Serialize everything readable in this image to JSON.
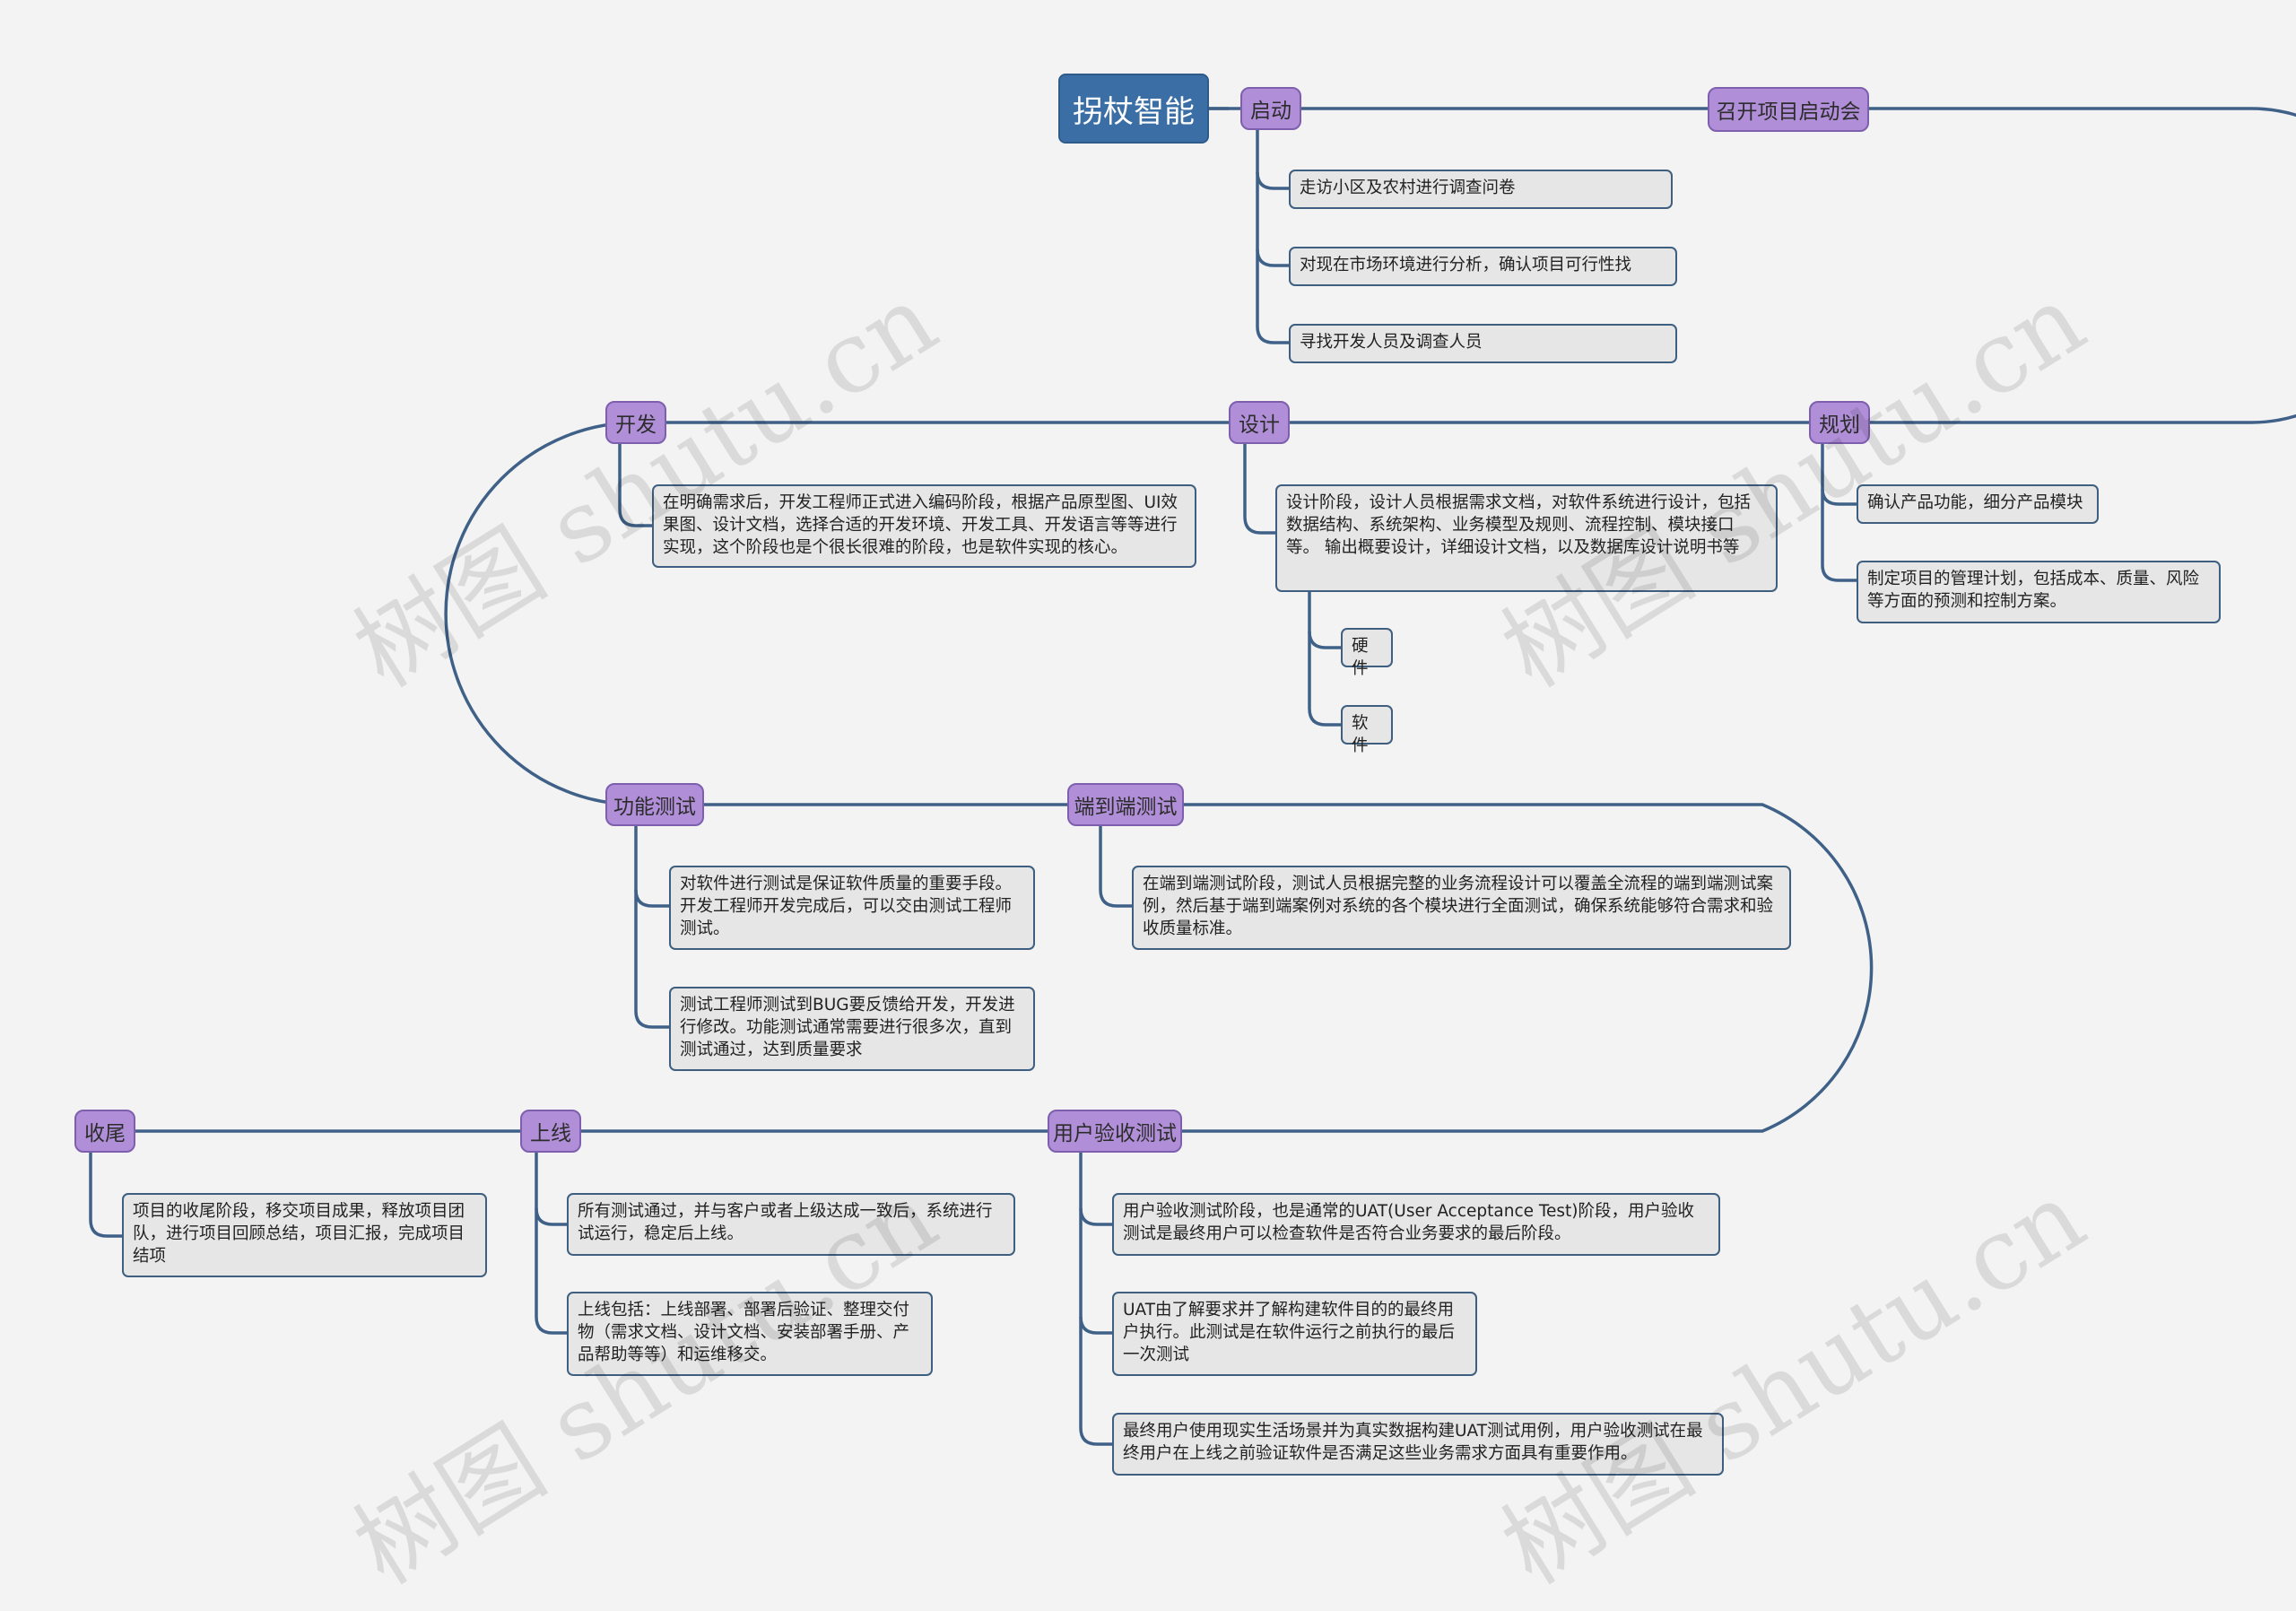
{
  "root": {
    "title": "拐杖智能"
  },
  "watermark": "树图 shutu.cn",
  "colors": {
    "root": "#3a6ea5",
    "stage": "#b08fd8",
    "note_bg": "#e6e6e6",
    "line": "#3f6188"
  },
  "stages": {
    "qidong": {
      "label": "启动",
      "items": [
        "走访小区及农村进行调查问卷",
        "对现在市场环境进行分析，确认项目可行性找",
        "寻找开发人员及调查人员"
      ]
    },
    "kickoff": {
      "label": "召开项目启动会"
    },
    "guihua": {
      "label": "规划",
      "items": [
        "确认产品功能，细分产品模块",
        "制定项目的管理计划，包括成本、质量、风险等方面的预测和控制方案。"
      ]
    },
    "sheji": {
      "label": "设计",
      "items": [
        "设计阶段，设计人员根据需求文档，对软件系统进行设计，包括数据结构、系统架构、业务模型及规则、流程控制、模块接口等。 输出概要设计，详细设计文档，以及数据库设计说明书等"
      ],
      "sub": [
        "硬件",
        "软件"
      ]
    },
    "kaifa": {
      "label": "开发",
      "items": [
        "在明确需求后，开发工程师正式进入编码阶段，根据产品原型图、UI效果图、设计文档，选择合适的开发环境、开发工具、开发语言等等进行实现，这个阶段也是个很长很难的阶段，也是软件实现的核心。"
      ]
    },
    "gongneng": {
      "label": "功能测试",
      "items": [
        "对软件进行测试是保证软件质量的重要手段。开发工程师开发完成后，可以交由测试工程师测试。",
        "测试工程师测试到BUG要反馈给开发，开发进行修改。功能测试通常需要进行很多次，直到测试通过，达到质量要求"
      ]
    },
    "duandaoduan": {
      "label": "端到端测试",
      "items": [
        "在端到端测试阶段，测试人员根据完整的业务流程设计可以覆盖全流程的端到端测试案例，然后基于端到端案例对系统的各个模块进行全面测试，确保系统能够符合需求和验收质量标准。"
      ]
    },
    "yanshou": {
      "label": "用户验收测试",
      "items": [
        "用户验收测试阶段，也是通常的UAT(User Acceptance Test)阶段，用户验收测试是最终用户可以检查软件是否符合业务要求的最后阶段。",
        "UAT由了解要求并了解构建软件目的的最终用户执行。此测试是在软件运行之前执行的最后一次测试",
        "最终用户使用现实生活场景并为真实数据构建UAT测试用例，用户验收测试在最终用户在上线之前验证软件是否满足这些业务需求方面具有重要作用。"
      ]
    },
    "shangxian": {
      "label": "上线",
      "items": [
        "所有测试通过，并与客户或者上级达成一致后，系统进行试运行，稳定后上线。",
        "上线包括：上线部署、部署后验证、整理交付物（需求文档、设计文档、安装部署手册、产品帮助等等）和运维移交。"
      ]
    },
    "shouwei": {
      "label": "收尾",
      "items": [
        "项目的收尾阶段，移交项目成果，释放项目团队，进行项目回顾总结，项目汇报，完成项目结项"
      ]
    }
  }
}
